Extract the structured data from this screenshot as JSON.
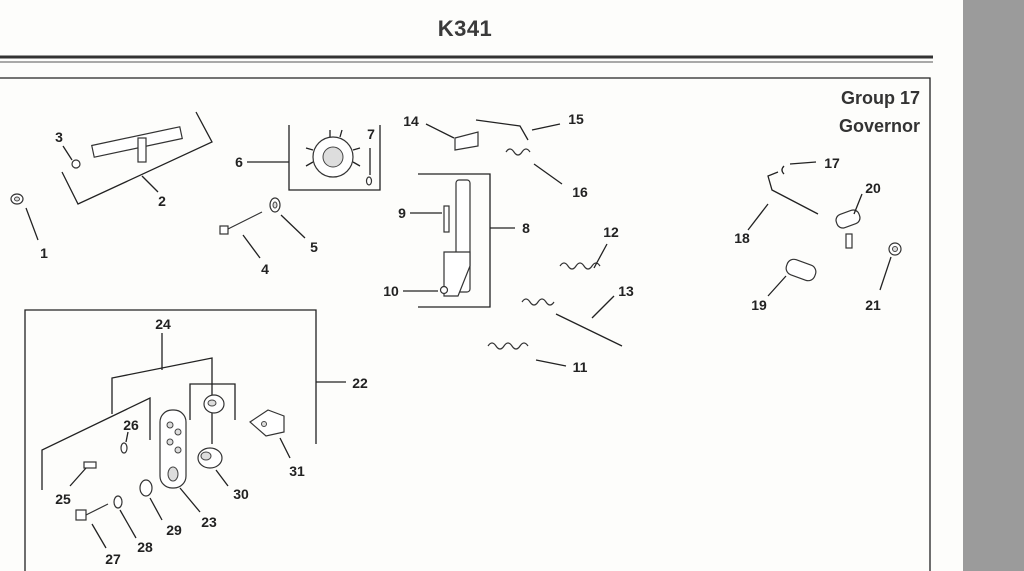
{
  "header": {
    "title": "K341"
  },
  "group": {
    "number_label": "Group 17",
    "name_label": "Governor"
  },
  "callouts": [
    {
      "id": "c1",
      "text": "1"
    },
    {
      "id": "c2",
      "text": "2"
    },
    {
      "id": "c3",
      "text": "3"
    },
    {
      "id": "c4",
      "text": "4"
    },
    {
      "id": "c5",
      "text": "5"
    },
    {
      "id": "c6",
      "text": "6"
    },
    {
      "id": "c7",
      "text": "7"
    },
    {
      "id": "c8",
      "text": "8"
    },
    {
      "id": "c9",
      "text": "9"
    },
    {
      "id": "c10",
      "text": "10"
    },
    {
      "id": "c11",
      "text": "11"
    },
    {
      "id": "c12",
      "text": "12"
    },
    {
      "id": "c13",
      "text": "13"
    },
    {
      "id": "c14",
      "text": "14"
    },
    {
      "id": "c15",
      "text": "15"
    },
    {
      "id": "c16",
      "text": "16"
    },
    {
      "id": "c17",
      "text": "17"
    },
    {
      "id": "c18",
      "text": "18"
    },
    {
      "id": "c19",
      "text": "19"
    },
    {
      "id": "c20",
      "text": "20"
    },
    {
      "id": "c21",
      "text": "21"
    },
    {
      "id": "c22",
      "text": "22"
    },
    {
      "id": "c23",
      "text": "23"
    },
    {
      "id": "c24",
      "text": "24"
    },
    {
      "id": "c25",
      "text": "25"
    },
    {
      "id": "c26",
      "text": "26"
    },
    {
      "id": "c27",
      "text": "27"
    },
    {
      "id": "c28",
      "text": "28"
    },
    {
      "id": "c29",
      "text": "29"
    },
    {
      "id": "c30",
      "text": "30"
    },
    {
      "id": "c31",
      "text": "31"
    }
  ],
  "colors": {
    "ink": "#222222",
    "paper": "#fdfdfb",
    "margin_strip": "#9b9b9b"
  }
}
